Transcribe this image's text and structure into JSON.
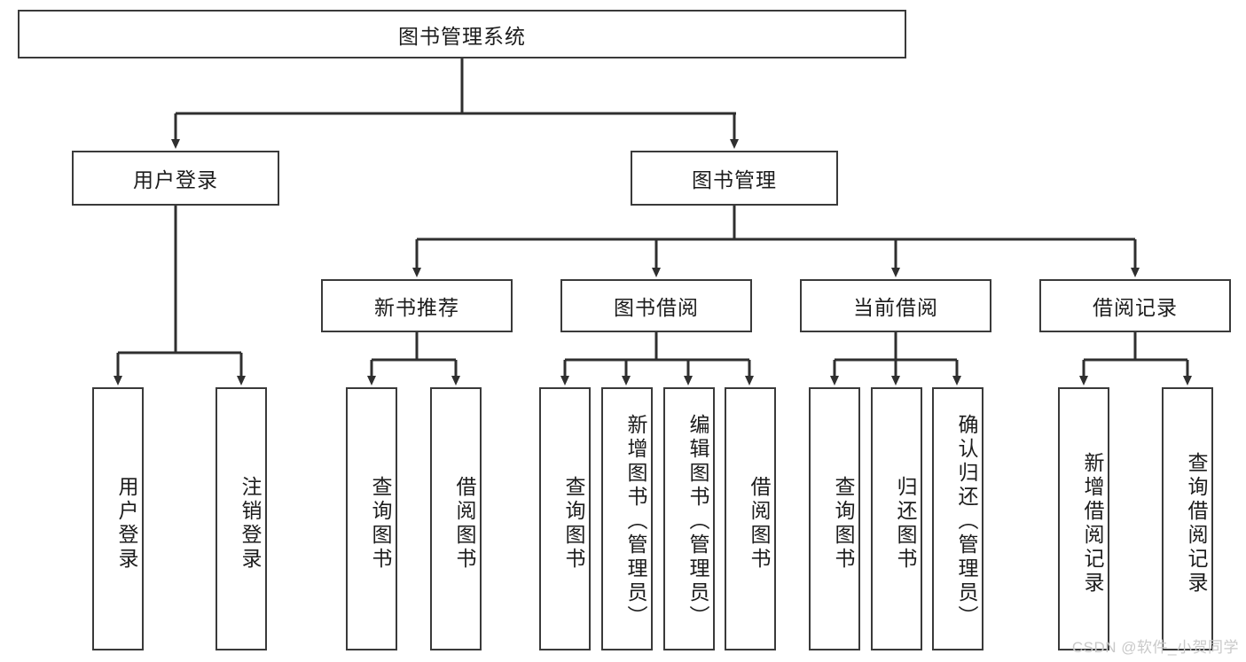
{
  "diagram": {
    "type": "tree-hierarchy",
    "title": "图书管理系统",
    "watermark": "CSDN @软件_小贺同学",
    "colors": {
      "box_border": "#3a3a3a",
      "box_fill": "#ffffff",
      "connector": "#2f2f2f",
      "text": "#1c1c1c",
      "watermark": "#c9c9c9"
    },
    "nodes": {
      "root": {
        "label": "图书管理系统",
        "level": 1,
        "orientation": "horizontal"
      },
      "l2": [
        {
          "id": "user-login",
          "label": "用户登录",
          "level": 2,
          "orientation": "horizontal"
        },
        {
          "id": "book-manage",
          "label": "图书管理",
          "level": 2,
          "orientation": "horizontal"
        }
      ],
      "l3": [
        {
          "id": "new-book-recommend",
          "label": "新书推荐",
          "level": 3,
          "orientation": "horizontal"
        },
        {
          "id": "book-borrow",
          "label": "图书借阅",
          "level": 3,
          "orientation": "horizontal"
        },
        {
          "id": "current-borrow",
          "label": "当前借阅",
          "level": 3,
          "orientation": "horizontal"
        },
        {
          "id": "borrow-record",
          "label": "借阅记录",
          "level": 3,
          "orientation": "horizontal"
        }
      ],
      "leaves": [
        {
          "id": "leaf-user-login",
          "label": "用户登录",
          "parent": "user-login"
        },
        {
          "id": "leaf-user-logout",
          "label": "注销登录",
          "parent": "user-login"
        },
        {
          "id": "leaf-query-book-1",
          "label": "查询图书",
          "parent": "new-book-recommend"
        },
        {
          "id": "leaf-borrow-book-1",
          "label": "借阅图书",
          "parent": "new-book-recommend"
        },
        {
          "id": "leaf-query-book-2",
          "label": "查询图书",
          "parent": "book-borrow"
        },
        {
          "id": "leaf-add-book",
          "label": "新增图书（管理员）",
          "parent": "book-borrow"
        },
        {
          "id": "leaf-edit-book",
          "label": "编辑图书（管理员）",
          "parent": "book-borrow"
        },
        {
          "id": "leaf-borrow-book-2",
          "label": "借阅图书",
          "parent": "book-borrow"
        },
        {
          "id": "leaf-query-book-3",
          "label": "查询图书",
          "parent": "current-borrow"
        },
        {
          "id": "leaf-return-book",
          "label": "归还图书",
          "parent": "current-borrow"
        },
        {
          "id": "leaf-confirm-return",
          "label": "确认归还（管理员）",
          "parent": "current-borrow"
        },
        {
          "id": "leaf-add-record",
          "label": "新增借阅记录",
          "parent": "borrow-record"
        },
        {
          "id": "leaf-query-record",
          "label": "查询借阅记录",
          "parent": "borrow-record"
        }
      ]
    }
  }
}
